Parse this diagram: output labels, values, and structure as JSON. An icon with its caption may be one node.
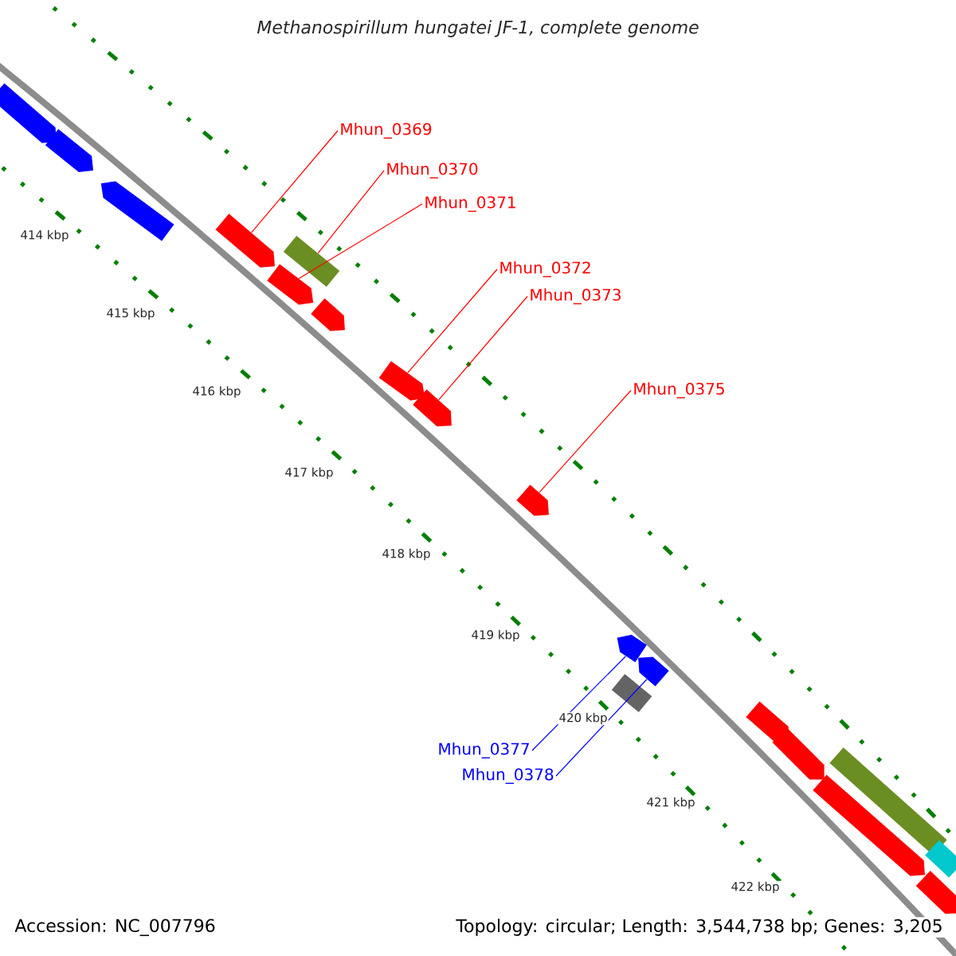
{
  "diagram": {
    "title": "Methanospirillum hungatei JF-1, complete genome",
    "nodes": [
      {
        "text": [
          "Mhun_0369"
        ]
      },
      {
        "text": [
          "Mhun_0370"
        ]
      },
      {
        "text": [
          "Mhun_0371"
        ]
      },
      {
        "text": [
          "Mhun_0372"
        ]
      },
      {
        "text": [
          "Mhun_0373"
        ]
      },
      {
        "text": [
          "Mhun_0375"
        ]
      },
      {
        "text": [
          "Mhun_0377"
        ]
      },
      {
        "text": [
          "Mhun_0378"
        ]
      },
      {
        "text": [],
        "shape": "pentagon"
      },
      {
        "text": [],
        "shape": "pentagon"
      },
      {
        "text": [],
        "shape": "pentagon"
      },
      {
        "text": [],
        "shape": "pentagon"
      },
      {
        "text": [],
        "shape": "box"
      },
      {
        "text": [],
        "shape": "pentagon"
      },
      {
        "text": [],
        "shape": "pentagon"
      },
      {
        "text": [],
        "shape": "pentagon"
      },
      {
        "text": [],
        "shape": "pentagon"
      },
      {
        "text": [],
        "shape": "pentagon"
      },
      {
        "text": [],
        "shape": "pentagon"
      },
      {
        "text": [],
        "shape": "pentagon"
      },
      {
        "text": [],
        "shape": "box"
      },
      {
        "text": [],
        "shape": "pentagon"
      },
      {
        "text": [],
        "shape": "pentagon"
      },
      {
        "text": [],
        "shape": "pentagon"
      },
      {
        "text": [],
        "shape": "pentagon"
      },
      {
        "text": [],
        "shape": "box"
      },
      {
        "text": [],
        "shape": "box"
      }
    ],
    "edges": [
      {
        "from": 0,
        "to": 11,
        "arrow": "none"
      },
      {
        "from": 1,
        "to": 12,
        "arrow": "none"
      },
      {
        "from": 2,
        "to": 13,
        "arrow": "none"
      },
      {
        "from": 3,
        "to": 15,
        "arrow": "none"
      },
      {
        "from": 4,
        "to": 16,
        "arrow": "none"
      },
      {
        "from": 5,
        "to": 17,
        "arrow": "none"
      },
      {
        "from": 6,
        "to": 18,
        "arrow": "none",
        "color": "#0000ff"
      },
      {
        "from": 7,
        "to": 19,
        "arrow": "none",
        "color": "#0000ff"
      }
    ],
    "labels": [
      "414 kbp",
      "415 kbp",
      "416 kbp",
      "417 kbp",
      "418 kbp",
      "419 kbp",
      "420 kbp",
      "421 kbp",
      "422 kbp",
      "Accession: NC_007796",
      "Topology: circular; Length: 3,544,738 bp; Genes: 3,205"
    ]
  }
}
